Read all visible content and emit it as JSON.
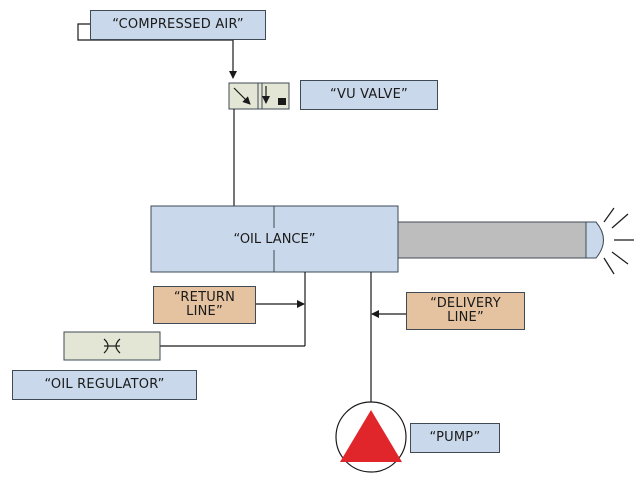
{
  "labels": {
    "compressed_air": "“COMPRESSED AIR”",
    "vu_valve": "“VU VALVE”",
    "oil_lance": "“OIL LANCE”",
    "return_line_1": "“RETURN",
    "return_line_2": "LINE”",
    "delivery_line_1": "“DELIVERY",
    "delivery_line_2": "LINE”",
    "oil_regulator": "“OIL REGULATOR”",
    "pump": "“PUMP”"
  },
  "colors": {
    "label_blue": "#c9d8ea",
    "label_tan": "#e5c3a0",
    "lance_body": "#c9d8ea",
    "lance_barrel": "#bdbdbd",
    "valve_body": "#e3e6d5",
    "regulator_body": "#e3e6d5",
    "pump_triangle": "#e0262b",
    "line": "#1a1a1a"
  },
  "icons": {
    "valve": "valve-symbol-icon",
    "regulator": "throttle-symbol-icon",
    "pump": "pump-symbol-icon",
    "nozzle": "nozzle-spray-icon"
  }
}
